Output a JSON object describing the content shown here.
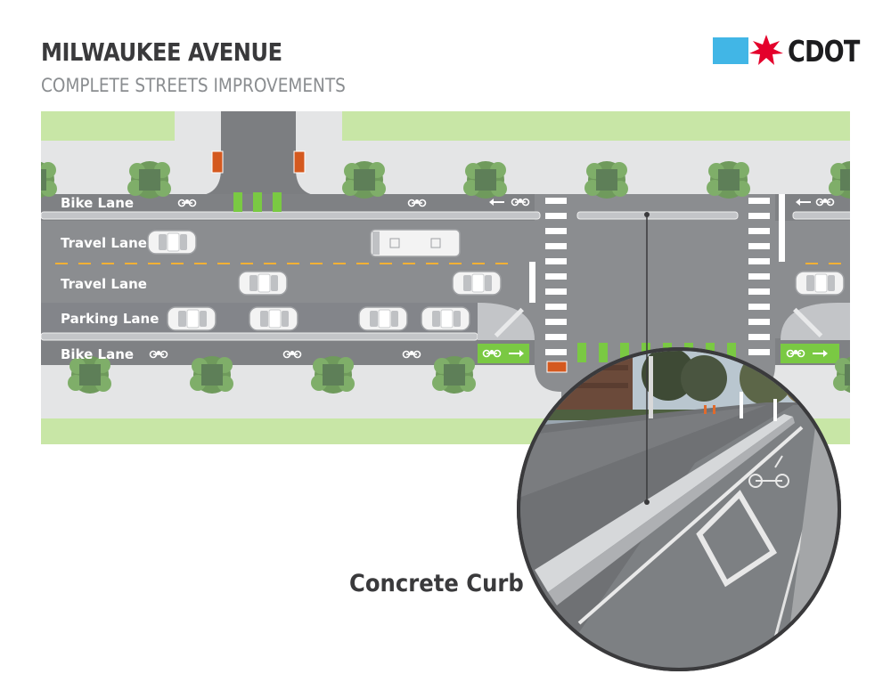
{
  "header": {
    "title": "MILWAUKEE AVENUE",
    "subtitle": "COMPLETE STREETS IMPROVEMENTS"
  },
  "logo": {
    "text": "CDOT",
    "colors": {
      "box": "#41b6e6",
      "star": "#e4002b"
    }
  },
  "lanes": [
    {
      "label": "Bike Lane"
    },
    {
      "label": "Travel Lane"
    },
    {
      "label": "Travel Lane"
    },
    {
      "label": "Parking Lane"
    },
    {
      "label": "Bike Lane"
    }
  ],
  "callout": {
    "label": "Concrete Curb"
  },
  "colors": {
    "grass": "#c8e6a6",
    "sidewalk": "#e4e5e6",
    "asphalt": "#8b8d90",
    "dark_road": "#7c7e81",
    "green_paint": "#7ac943",
    "tree": "#6f9a5c",
    "curb": "#c3c5c8",
    "orange_pad": "#d4591f"
  },
  "icons": {
    "bike": "bike-symbol-icon",
    "arrow": "arrow-icon",
    "star": "chicago-star-icon"
  }
}
